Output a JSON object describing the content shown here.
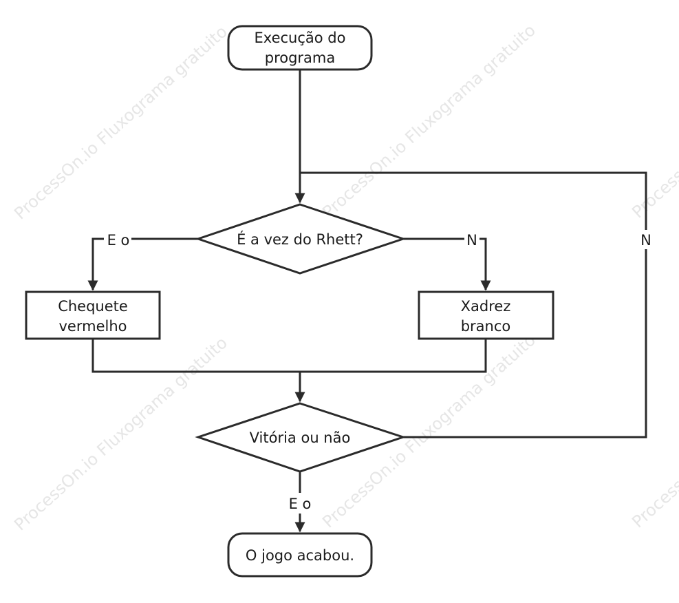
{
  "watermark": {
    "text": "ProcessOn.io Fluxograma gratuito"
  },
  "nodes": {
    "start": {
      "line1": "Execução do",
      "line2": "programa"
    },
    "decision_turn": {
      "text": "É a vez do Rhett?"
    },
    "red_check": {
      "line1": "Chequete",
      "line2": "vermelho"
    },
    "white_chess": {
      "line1": "Xadrez",
      "line2": "branco"
    },
    "decision_victory": {
      "text": "Vitória ou não"
    },
    "end": {
      "text": "O jogo acabou."
    }
  },
  "edges": {
    "turn_yes": "E o",
    "turn_no": "N",
    "victory_no": "N",
    "victory_yes": "E o"
  },
  "colors": {
    "stroke": "#2b2b2b",
    "watermark": "#e6e6e6"
  }
}
